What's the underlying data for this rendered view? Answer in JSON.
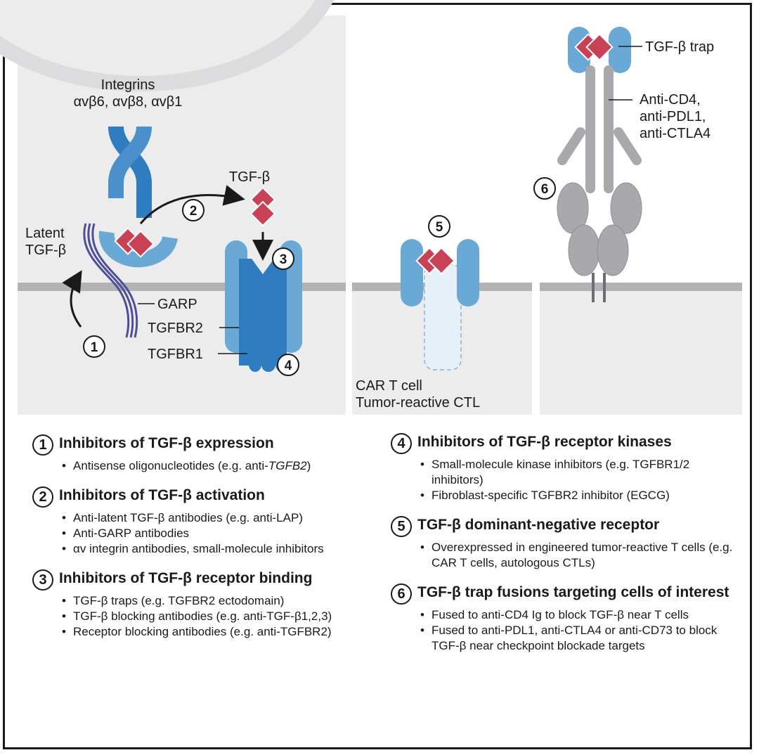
{
  "diagram": {
    "integrins_title": "Integrins",
    "integrins_types": "αvβ6, αvβ8, αvβ1",
    "tgfb_label": "TGF-β",
    "latent_label_line1": "Latent",
    "latent_label_line2": "TGF-β",
    "garp_label": "GARP",
    "tgfbr2_label": "TGFBR2",
    "tgfbr1_label": "TGFBR1",
    "car_t_label": "CAR T cell",
    "ctl_label": "Tumor-reactive CTL",
    "trap_label": "TGF-β trap",
    "antibody_labels": [
      "Anti-CD4,",
      "anti-PDL1,",
      "anti-CTLA4"
    ],
    "step_numbers": [
      "1",
      "2",
      "3",
      "4",
      "5",
      "6"
    ],
    "colors": {
      "receptor_light": "#6aa8d6",
      "receptor_dark": "#2f7cc0",
      "ligand": "#c94154",
      "garp": "#4f4e9a",
      "cell_bg": "#ececec",
      "membrane": "#b3b3b6",
      "antibody": "#a8a8ad"
    }
  },
  "legend": {
    "left": [
      {
        "number": "1",
        "title": "Inhibitors of TGF-β expression",
        "bullets": [
          {
            "text": "Antisense oligonucleotides (e.g. anti-",
            "italic": "TGFB2",
            "after": ")"
          }
        ]
      },
      {
        "number": "2",
        "title": "Inhibitors of TGF-β activation",
        "bullets": [
          {
            "text": "Anti-latent TGF-β antibodies (e.g. anti-LAP)"
          },
          {
            "text": "Anti-GARP antibodies"
          },
          {
            "text": "αv integrin antibodies, small-molecule inhibitors"
          }
        ]
      },
      {
        "number": "3",
        "title": "Inhibitors of TGF-β receptor binding",
        "bullets": [
          {
            "text": "TGF-β traps (e.g. TGFBR2 ectodomain)"
          },
          {
            "text": "TGF-β blocking antibodies (e.g. anti-TGF-β1,2,3)"
          },
          {
            "text": "Receptor blocking antibodies (e.g. anti-TGFBR2)"
          }
        ]
      }
    ],
    "right": [
      {
        "number": "4",
        "title": "Inhibitors of TGF-β receptor kinases",
        "bullets": [
          {
            "text": "Small-molecule kinase inhibitors (e.g. TGFBR1/2 inhibitors)"
          },
          {
            "text": "Fibroblast-specific TGFBR2 inhibitor (EGCG)"
          }
        ]
      },
      {
        "number": "5",
        "title": "TGF-β dominant-negative receptor",
        "bullets": [
          {
            "text": "Overexpressed in engineered tumor-reactive T cells (e.g. CAR T cells, autologous CTLs)"
          }
        ]
      },
      {
        "number": "6",
        "title": "TGF-β trap fusions targeting cells of interest",
        "bullets": [
          {
            "text": "Fused to anti-CD4 Ig to block TGF-β near T cells"
          },
          {
            "text": "Fused to anti-PDL1, anti-CTLA4 or anti-CD73 to block TGF-β near checkpoint blockade targets"
          }
        ]
      }
    ]
  }
}
